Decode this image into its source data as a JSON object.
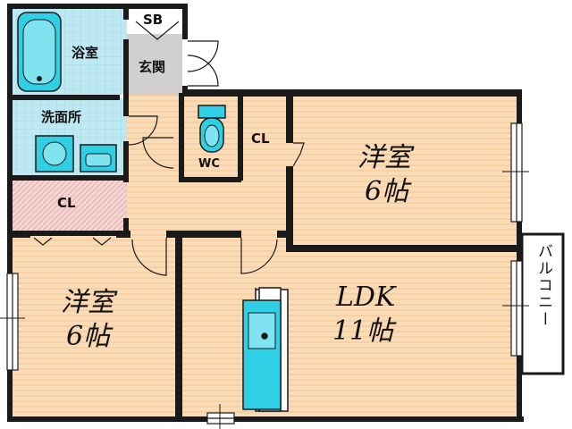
{
  "rooms": {
    "bath": "浴室",
    "sb": "SB",
    "entrance": "玄関",
    "washroom": "洗面所",
    "wc": "WC",
    "cl_small": "CL",
    "cl_left": "CL",
    "western_right": {
      "name": "洋室",
      "size": "6帖"
    },
    "western_left": {
      "name": "洋室",
      "size": "6帖"
    },
    "ldk": {
      "name": "LDK",
      "size": "11帖"
    },
    "balcony": "バルコニー"
  },
  "colors": {
    "wall": "#1a1a1a",
    "floor_wood": "#fbdcb8",
    "floor_stripe": "#f6cfa3",
    "tile": "#bfe9f2",
    "closet": "#f9d2d2",
    "fixture_cyan": "#2fd0e6",
    "entrance_gray": "#d0d0d0"
  }
}
